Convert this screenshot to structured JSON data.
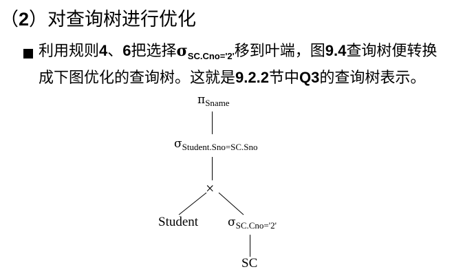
{
  "heading": {
    "prefix": "（",
    "number": "2",
    "suffix": "）对查询树进行优化"
  },
  "bullet": {
    "t1": "利用规则",
    "t2": "4",
    "t3": "、",
    "t4": "6",
    "t5": "把选择",
    "sigma": "σ",
    "sigma_sub": "SC.Cno='2'",
    "t6": "移到叶端，图",
    "t7": "9.4",
    "t8": "查询树便转换成下图优化的查询树。这就是",
    "t9": "9.2.2",
    "t10": "节中",
    "t11": "Q3",
    "t12": "的查询树表示。"
  },
  "tree": {
    "projection_symbol": "π",
    "projection_sub": "Sname",
    "join_select_symbol": "σ",
    "join_select_sub": "Student.Sno=SC.Sno",
    "product_symbol": "×",
    "left_leaf": "Student",
    "right_select_symbol": "σ",
    "right_select_sub": "SC.Cno='2'",
    "right_leaf": "SC"
  }
}
